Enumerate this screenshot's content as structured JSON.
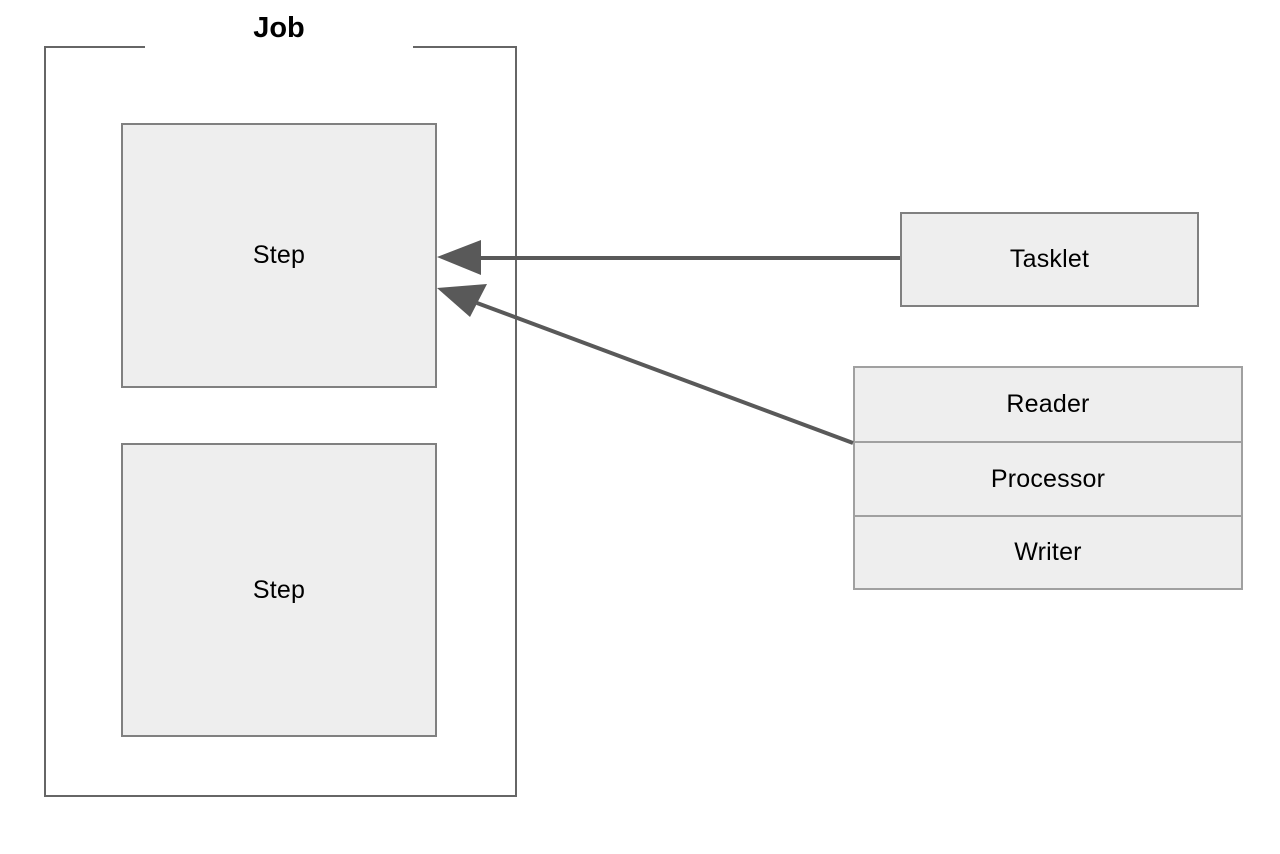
{
  "diagram": {
    "title": "Job",
    "background_color": "#ffffff",
    "node_fill": "#eeeeee",
    "node_border": "#808080",
    "container_border": "#666666",
    "connector_color": "#595959",
    "text_color": "#000000"
  },
  "job": {
    "title": "Job",
    "steps": [
      {
        "label": "Step"
      },
      {
        "label": "Step"
      }
    ]
  },
  "tasklet": {
    "label": "Tasklet"
  },
  "chunk": {
    "rows": [
      {
        "label": "Reader"
      },
      {
        "label": "Processor"
      },
      {
        "label": "Writer"
      }
    ]
  },
  "connectors": [
    {
      "name": "tasklet-to-step-1",
      "from": "Tasklet",
      "to": "Step",
      "style": "solid-arrow",
      "direction": "right-to-left"
    },
    {
      "name": "chunk-to-step-1",
      "from": "Reader/Processor/Writer",
      "to": "Step",
      "style": "solid-arrow",
      "direction": "diagonal-up-left"
    }
  ]
}
